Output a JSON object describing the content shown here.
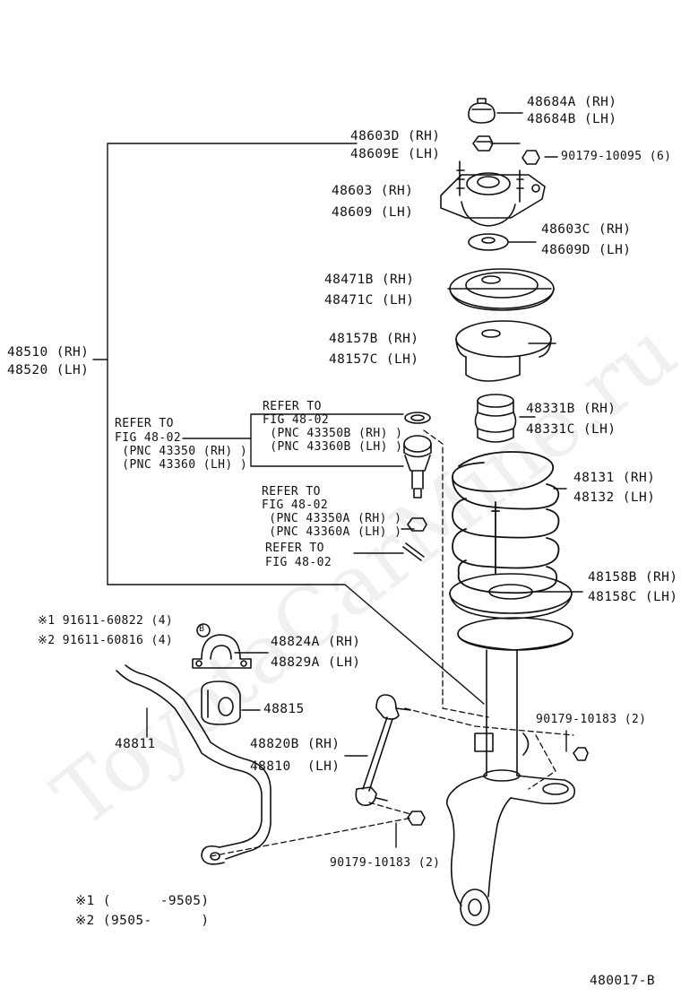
{
  "watermark": "ToyotaCarMine.ru",
  "parts": {
    "p48684": [
      "48684A (RH)",
      "48684B (LH)"
    ],
    "p48603d": [
      "48603D (RH)",
      "48609E (LH)"
    ],
    "p90179_6": "90179-10095 (6)",
    "p48603": [
      "48603 (RH)",
      "48609 (LH)"
    ],
    "p48603c": [
      "48603C (RH)",
      "48609D (LH)"
    ],
    "p48471": [
      "48471B (RH)",
      "48471C (LH)"
    ],
    "p48157": [
      "48157B (RH)",
      "48157C (LH)"
    ],
    "p48331": [
      "48331B (RH)",
      "48331C (LH)"
    ],
    "p48131": [
      "48131 (RH)",
      "48132 (LH)"
    ],
    "p48158": [
      "48158B (RH)",
      "48158C (LH)"
    ],
    "p48510": [
      "48510 (RH)",
      "48520 (LH)"
    ],
    "p48824": [
      "48824A (RH)",
      "48829A (LH)"
    ],
    "p48815": "48815",
    "p48811": "48811",
    "p48820": [
      "48820B (RH)",
      "48810  (LH)"
    ],
    "p90179_2a": "90179-10183 (2)",
    "p90179_2b": "90179-10183 (2)"
  },
  "refs": {
    "r1": [
      "REFER TO",
      "FIG 48-02",
      " (PNC 43350 (RH) )",
      " (PNC 43360 (LH) )"
    ],
    "r2": [
      "REFER TO",
      "FIG 48-02",
      " (PNC 43350B (RH) )",
      " (PNC 43360B (LH) )"
    ],
    "r3": [
      "REFER TO",
      "FIG 48-02",
      " (PNC 43350A (RH) )",
      " (PNC 43360A (LH) )"
    ],
    "r4": [
      "REFER TO",
      "FIG 48-02"
    ]
  },
  "bolts": {
    "b1": "※1 91611-60822 (4)",
    "b2": "※2 91611-60816 (4)",
    "marker": "B"
  },
  "notes": {
    "n1": "※1 (      -9505)",
    "n2": "※2 (9505-      )"
  },
  "figure_id": "480017-B"
}
